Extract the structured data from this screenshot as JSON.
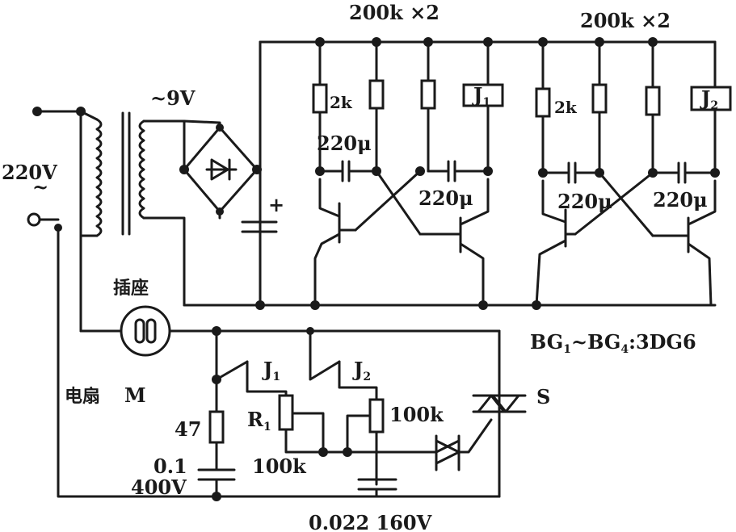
{
  "labels": {
    "res_top_left": "200k ×2",
    "res_top_right": "200k ×2",
    "transformer_secondary": "~9V",
    "mains": "220V",
    "mains_tilde": "~",
    "r2k_left": "2k",
    "r2k_right": "2k",
    "cap_220u_1": "220μ",
    "cap_220u_2": "220μ",
    "cap_220u_3": "220μ",
    "cap_220u_4": "220μ",
    "relay_j1": "J",
    "relay_j1_sub": "1",
    "relay_j2": "J",
    "relay_j2_sub": "2",
    "plus": "+",
    "socket": "插座",
    "transistors": "BG",
    "transistors_sub1": "1",
    "transistors_mid": "~BG",
    "transistors_sub2": "4",
    "transistors_tail": ":3DG6",
    "fan": "电扇",
    "fan_m": "M",
    "contact_j1": "J",
    "contact_j1_sub": "1",
    "contact_j2": "J",
    "contact_j2_sub": "2",
    "r47": "47",
    "r1": "R",
    "r1_sub": "1",
    "r100k_right": "100k",
    "r100k_bottom": "100k",
    "cap_01": "0.1",
    "cap_400v": "400V",
    "triac": "S",
    "cap_bottom": "0.022 160V"
  },
  "colors": {
    "ink": "#1a1a1a",
    "paper": "#ffffff"
  }
}
